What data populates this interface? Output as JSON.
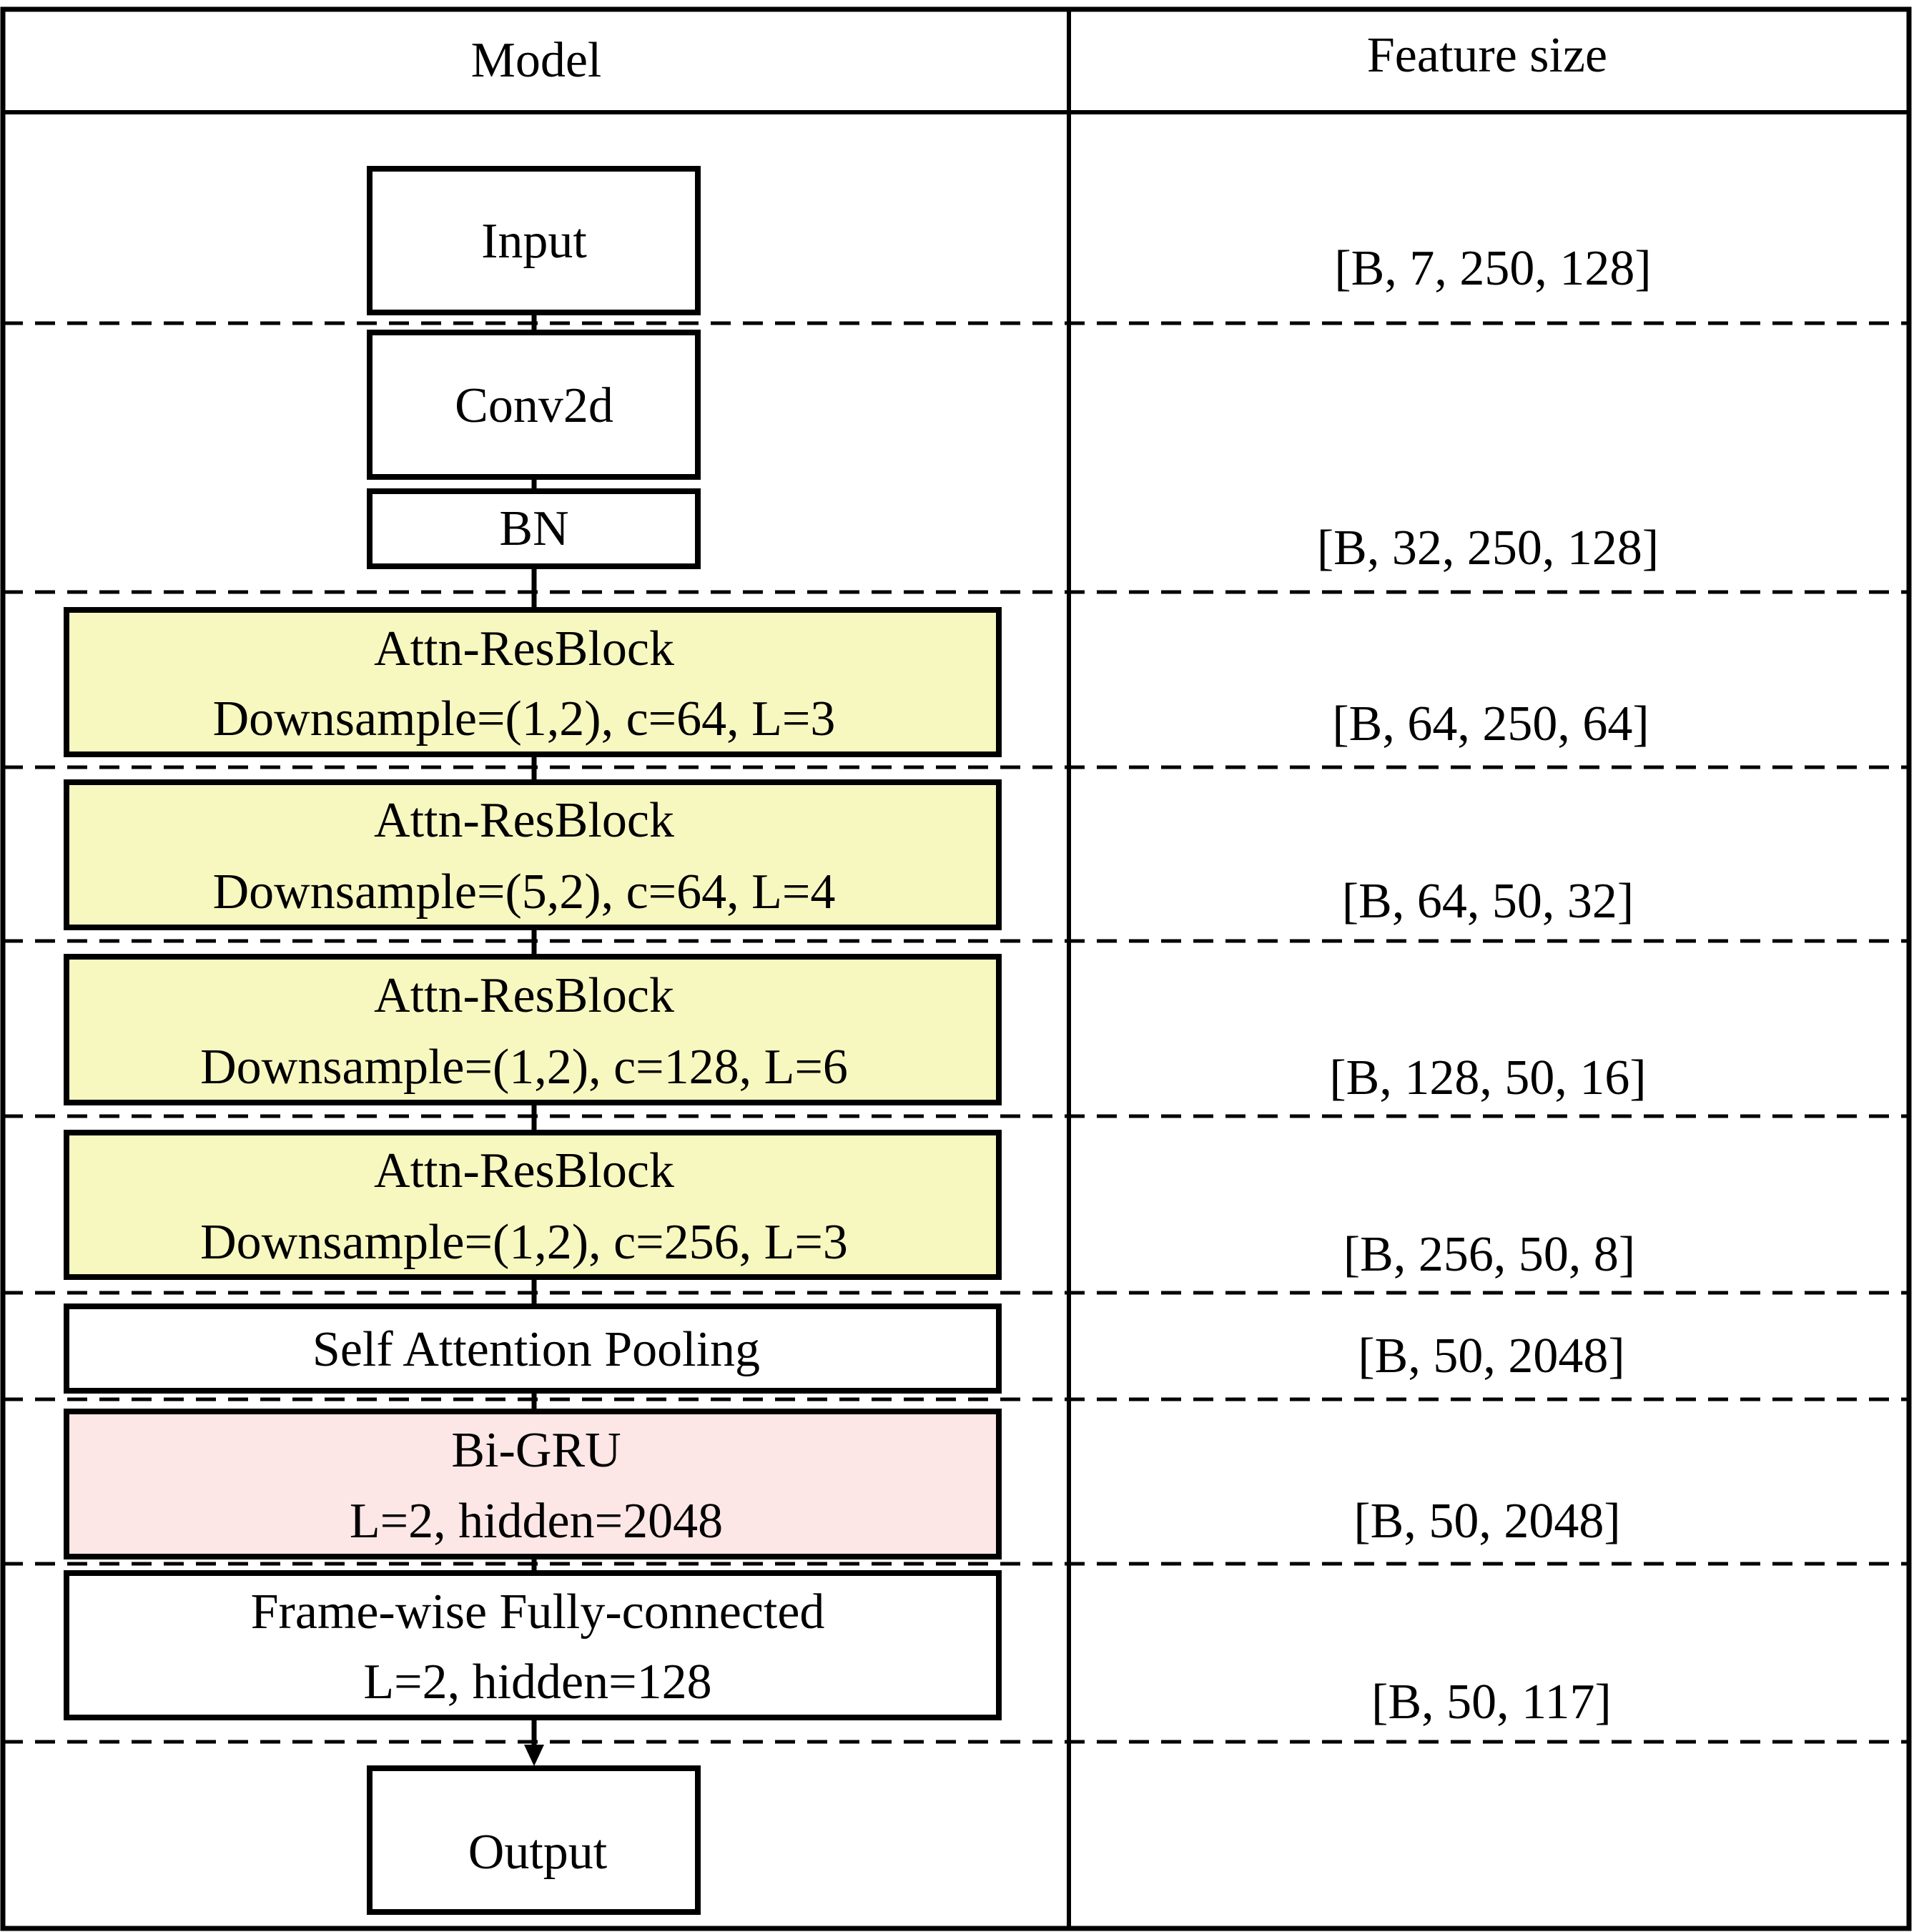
{
  "table": {
    "header": {
      "model": "Model",
      "feature_size": "Feature size"
    }
  },
  "blocks": [
    {
      "id": "input",
      "lines": [
        "Input"
      ],
      "fill": "#ffffff"
    },
    {
      "id": "conv2d",
      "lines": [
        "Conv2d"
      ],
      "fill": "#ffffff"
    },
    {
      "id": "bn",
      "lines": [
        "BN"
      ],
      "fill": "#ffffff"
    },
    {
      "id": "attn-resblock-1",
      "lines": [
        "Attn-ResBlock",
        "Downsample=(1,2), c=64, L=3"
      ],
      "fill": "#f7f7c0"
    },
    {
      "id": "attn-resblock-2",
      "lines": [
        "Attn-ResBlock",
        "Downsample=(5,2), c=64, L=4"
      ],
      "fill": "#f7f7c0"
    },
    {
      "id": "attn-resblock-3",
      "lines": [
        "Attn-ResBlock",
        "Downsample=(1,2), c=128, L=6"
      ],
      "fill": "#f7f7c0"
    },
    {
      "id": "attn-resblock-4",
      "lines": [
        "Attn-ResBlock",
        "Downsample=(1,2), c=256, L=3"
      ],
      "fill": "#f7f7c0"
    },
    {
      "id": "self-attention-pooling",
      "lines": [
        "Self Attention Pooling"
      ],
      "fill": "#ffffff"
    },
    {
      "id": "bi-gru",
      "lines": [
        "Bi-GRU",
        "L=2, hidden=2048"
      ],
      "fill": "#fde6e6"
    },
    {
      "id": "frame-wise-fc",
      "lines": [
        "Frame-wise Fully-connected",
        "L=2, hidden=128"
      ],
      "fill": "#ffffff"
    },
    {
      "id": "output",
      "lines": [
        "Output"
      ],
      "fill": "#ffffff"
    }
  ],
  "feature_sizes": [
    "[B, 7, 250, 128]",
    "[B, 32, 250, 128]",
    "[B, 64, 250, 64]",
    "[B, 64, 50, 32]",
    "[B, 128, 50, 16]",
    "[B, 256, 50, 8]",
    "[B, 50, 2048]",
    "[B, 50, 2048]",
    "[B, 50, 117]"
  ]
}
